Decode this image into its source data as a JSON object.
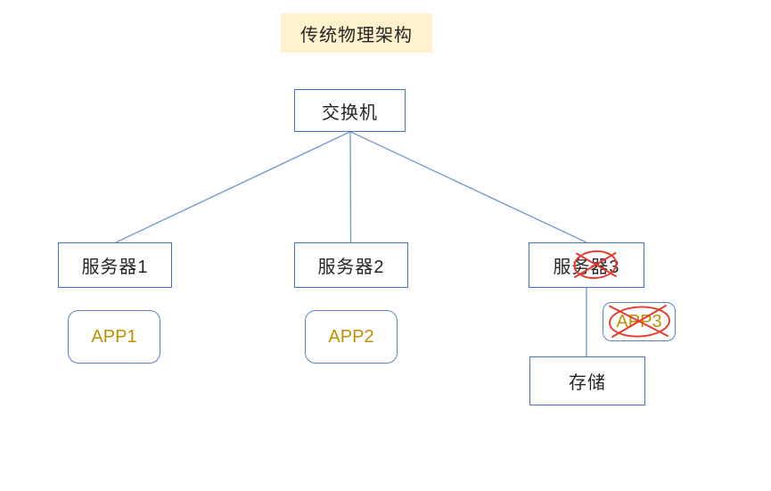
{
  "title": {
    "text": "传统物理架构"
  },
  "nodes": {
    "switch": {
      "label": "交换机"
    },
    "server1": {
      "label": "服务器1"
    },
    "server2": {
      "label": "服务器2"
    },
    "server3": {
      "label": "服务器3"
    },
    "app1": {
      "label": "APP1"
    },
    "app2": {
      "label": "APP2"
    },
    "app3": {
      "label": "APP3"
    },
    "storage": {
      "label": "存储"
    }
  },
  "connections": [
    {
      "from": "交换机",
      "to": "服务器1"
    },
    {
      "from": "交换机",
      "to": "服务器2"
    },
    {
      "from": "交换机",
      "to": "服务器3"
    },
    {
      "from": "服务器3",
      "to": "存储"
    }
  ],
  "annotations": [
    {
      "target": "服务器3",
      "shape": "ellipse-cross",
      "meaning": "crossed-out"
    },
    {
      "target": "APP3",
      "shape": "ellipse-cross",
      "meaning": "crossed-out"
    }
  ],
  "colors": {
    "box_border": "#4472C4",
    "app_border": "#5B82C6",
    "connector": "#7C9BD6",
    "app_text": "#BF9000",
    "annotation": "#E8392F",
    "title_bg": "#FFF2CC",
    "text": "#262626"
  }
}
